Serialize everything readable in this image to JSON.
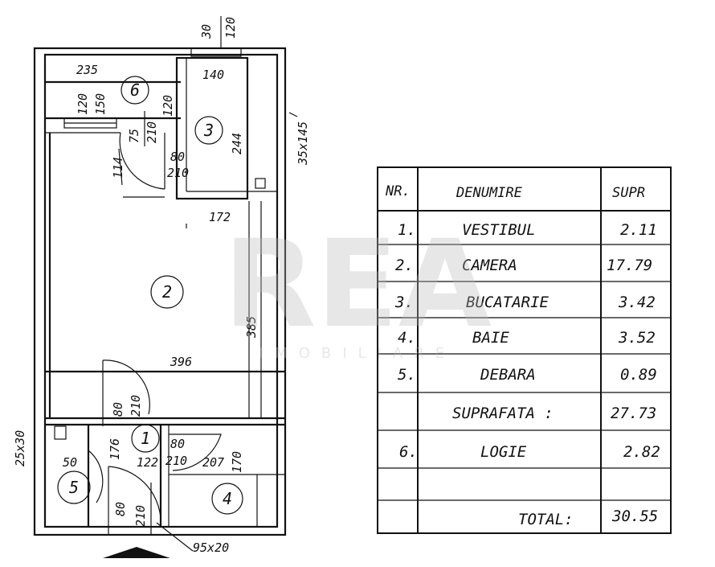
{
  "plan": {
    "dimensions": {
      "top_30": "30",
      "top_120": "120",
      "logia_width": "235",
      "bath_width": "140",
      "d120a": "120",
      "d150": "150",
      "d120b": "120",
      "d75": "75",
      "d210a": "210",
      "d80a": "80",
      "d210b": "210",
      "d114": "114",
      "d244": "244",
      "win": "35x145",
      "d172": "172",
      "d385": "385",
      "d396": "396",
      "d25x30": "25x30",
      "d80b": "80",
      "d210c": "210",
      "d80c": "80",
      "d210d": "210",
      "d176": "176",
      "d122": "122",
      "d207": "207",
      "d170": "170",
      "d50": "50",
      "d80d": "80",
      "d210e": "210",
      "entry": "95x20"
    },
    "rooms": [
      "1",
      "2",
      "3",
      "4",
      "5",
      "6"
    ]
  },
  "table": {
    "headers": [
      "NR.",
      "DENUMIRE",
      "SUPR"
    ],
    "rows": [
      {
        "nr": "1.",
        "name": "VESTIBUL",
        "area": "2.11"
      },
      {
        "nr": "2.",
        "name": "CAMERA",
        "area": "17.79"
      },
      {
        "nr": "3.",
        "name": "BUCATARIE",
        "area": "3.42"
      },
      {
        "nr": "4.",
        "name": "BAIE",
        "area": "3.52"
      },
      {
        "nr": "5.",
        "name": "DEBARA",
        "area": "0.89"
      },
      {
        "nr": "",
        "name": "SUPRAFATA :",
        "area": "27.73"
      },
      {
        "nr": "6.",
        "name": "LOGIE",
        "area": "2.82"
      },
      {
        "nr": "",
        "name": "",
        "area": ""
      },
      {
        "nr": "",
        "name": "TOTAL:",
        "area": "30.55"
      }
    ]
  },
  "watermark": {
    "brand": "REA",
    "sub": "IMOBILIARE"
  }
}
